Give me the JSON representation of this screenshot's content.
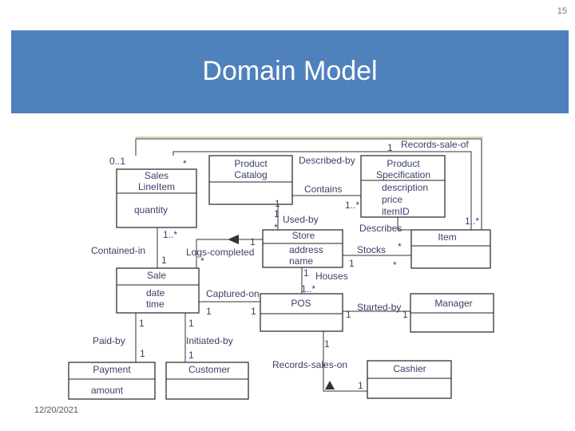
{
  "page_number": "15",
  "title": "Domain Model",
  "date": "12/20/2021",
  "classes": {
    "sales_line_item": {
      "name1": "Sales",
      "name2": "LineItem",
      "attr1": "quantity"
    },
    "product_catalog": {
      "name1": "Product",
      "name2": "Catalog"
    },
    "product_specification": {
      "name1": "Product",
      "name2": "Specification",
      "attr1": "description",
      "attr2": "price",
      "attr3": "itemID"
    },
    "store": {
      "name": "Store",
      "attr1": "address",
      "attr2": "name"
    },
    "item": {
      "name": "Item"
    },
    "sale": {
      "name": "Sale",
      "attr1": "date",
      "attr2": "time"
    },
    "pos": {
      "name": "POS"
    },
    "manager": {
      "name": "Manager"
    },
    "payment": {
      "name": "Payment",
      "attr1": "amount"
    },
    "customer": {
      "name": "Customer"
    },
    "cashier": {
      "name": "Cashier"
    }
  },
  "associations": {
    "records_sale_of": "Records-sale-of",
    "described_by": "Described-by",
    "contains": "Contains",
    "used_by": "Used-by",
    "describes": "Describes",
    "contained_in": "Contained-in",
    "logs_completed": "Logs-completed",
    "stocks": "Stocks",
    "houses": "Houses",
    "captured_on": "Captured-on",
    "started_by": "Started-by",
    "paid_by": "Paid-by",
    "initiated_by": "Initiated-by",
    "records_sales_on": "Records-sales-on"
  },
  "multiplicities": {
    "m_0_1": "0..1",
    "m_one": "1",
    "m_many": "*",
    "m_one_many": "1..*"
  }
}
